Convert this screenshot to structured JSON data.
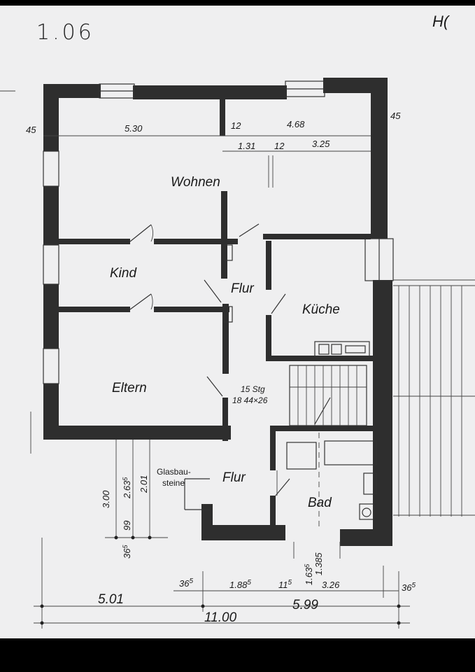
{
  "handwriting": {
    "top_left": "1.06",
    "top_right": "H("
  },
  "rooms": {
    "wohnen": "Wohnen",
    "kind": "Kind",
    "eltern": "Eltern",
    "flur_upper": "Flur",
    "kueche": "Küche",
    "flur_lower": "Flur",
    "bad": "Bad",
    "glasbausteine_1": "Glasbau-",
    "glasbausteine_2": "steine"
  },
  "stairs": {
    "steps": "15 Stg",
    "ratio": "18 44×26"
  },
  "dimensions": {
    "top_left_45": "45",
    "top_530": "5.30",
    "top_12a": "12",
    "top_468": "4.68",
    "top_right_45": "45",
    "top_131": "1.31",
    "top_12b": "12",
    "top_325": "3.25",
    "left_300": "3.00",
    "left_2635": "2.63",
    "left_2635_sup": "5",
    "left_201": "2.01",
    "left_99": "99",
    "left_365": "36",
    "left_365_sup": "5",
    "bath_1635": "1.63",
    "bath_1635_sup": "5",
    "bath_1385": "1.385",
    "bottom_365a": "36",
    "bottom_365a_sup": "5",
    "bottom_1885": "1.88",
    "bottom_1885_sup": "5",
    "bottom_115": "11",
    "bottom_115_sup": "5",
    "bottom_326": "3.26",
    "bottom_365b": "36",
    "bottom_365b_sup": "5",
    "bottom_501": "5.01",
    "bottom_599": "5.99",
    "bottom_1100": "11.00"
  },
  "colors": {
    "paper": "#efeff0",
    "wall": "#2e2e2e",
    "frame": "#000000"
  }
}
